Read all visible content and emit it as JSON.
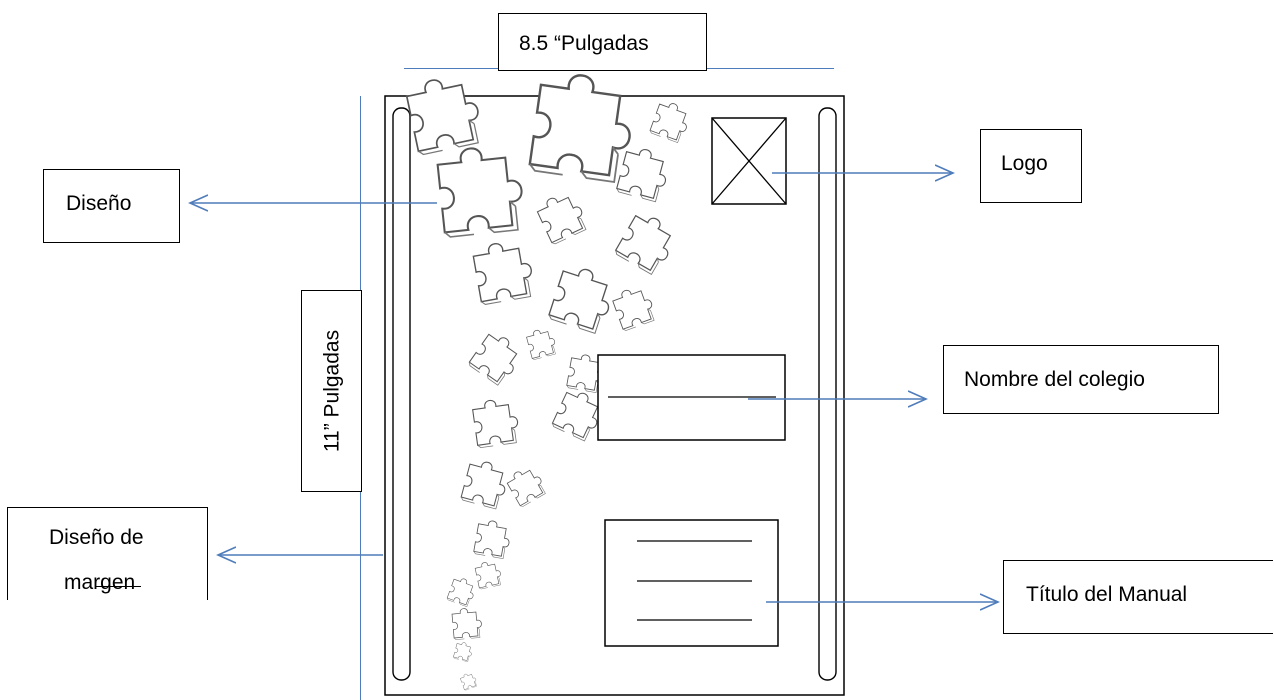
{
  "labels": {
    "width_label": "8.5 “Pulgadas",
    "height_label": "11” Pulgadas",
    "design_label": "Diseño",
    "margin_design_label_line1": "Diseño de",
    "margin_design_label_line2": "margen",
    "logo_label": "Logo",
    "school_name_label": "Nombre del colegio",
    "manual_title_label": "Título del Manual"
  },
  "colors": {
    "arrow": "#4f7cba",
    "outline": "#000000",
    "puzzle_stroke": "#555555"
  },
  "icons": [
    "puzzle-piece-icon",
    "logo-placeholder-icon",
    "arrow-icon"
  ]
}
